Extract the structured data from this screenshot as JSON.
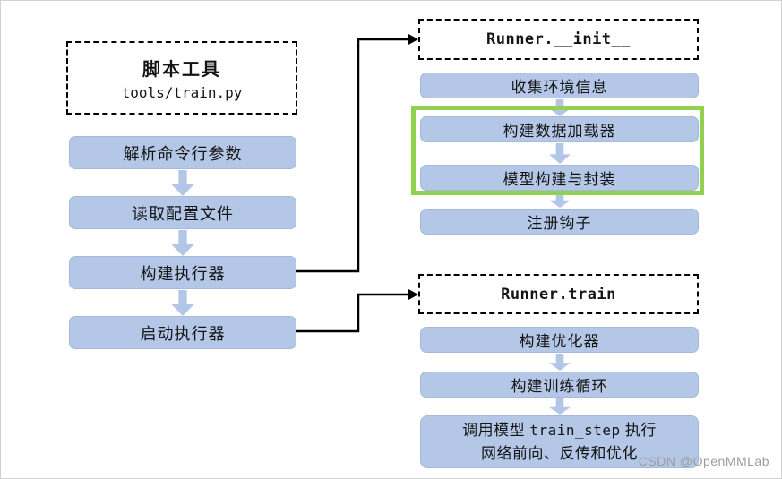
{
  "colors": {
    "box_fill": "#b4c7e7",
    "box_border": "#a4bada",
    "highlight_green": "#92d050",
    "connector_black": "#000000",
    "watermark_gray": "#9d9d9d"
  },
  "script_column": {
    "header": {
      "title": "脚本工具",
      "subtitle": "tools/train.py"
    },
    "steps": [
      "解析命令行参数",
      "读取配置文件",
      "构建执行器",
      "启动执行器"
    ]
  },
  "init_section": {
    "header": "Runner.__init__",
    "steps": [
      "收集环境信息",
      "构建数据加载器",
      "模型构建与封装",
      "注册钩子"
    ],
    "highlighted_steps": [
      "构建数据加载器",
      "模型构建与封装"
    ]
  },
  "train_section": {
    "header": "Runner.train",
    "steps": [
      "构建优化器",
      "构建训练循环"
    ],
    "final_step": {
      "line1_prefix": "调用模型 ",
      "line1_code": "train_step",
      "line1_suffix": " 执行",
      "line2": "网络前向、反传和优化"
    }
  },
  "watermark": "CSDN @OpenMMLab"
}
